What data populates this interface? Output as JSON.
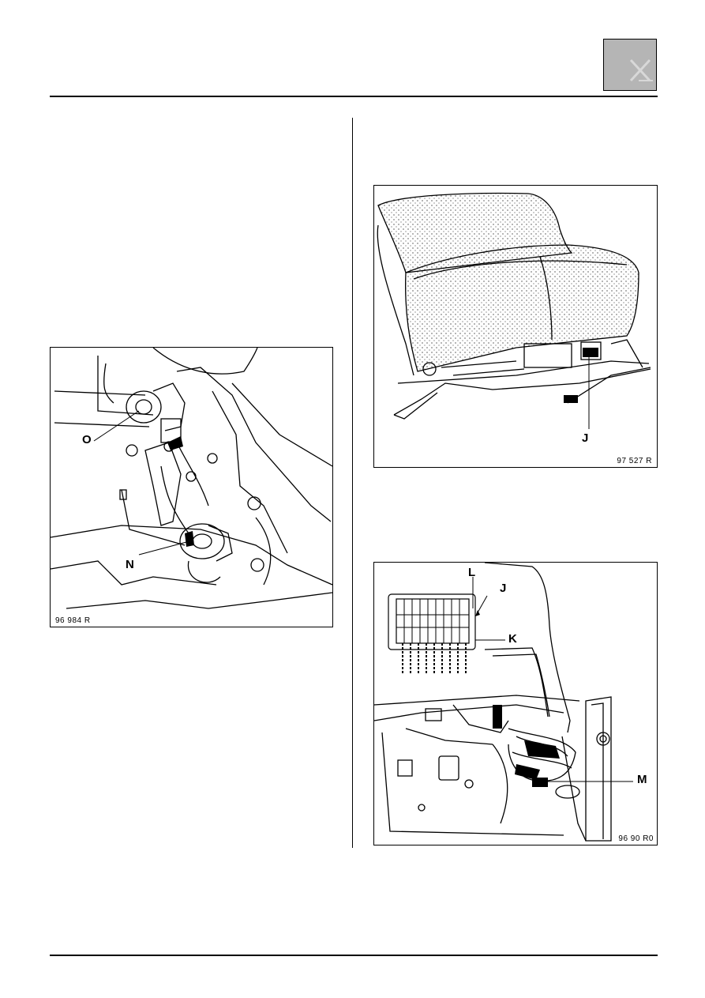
{
  "page": {
    "corner_tab_icon": "seat-section-tab-icon"
  },
  "figures": {
    "left": {
      "code": "96 984 R",
      "callouts": {
        "o": "O",
        "n": "N"
      }
    },
    "right_top": {
      "code": "97 527 R",
      "callouts": {
        "j": "J"
      }
    },
    "right_bottom": {
      "code": "96 90 R0",
      "callouts": {
        "l": "L",
        "j": "J",
        "k": "K",
        "m": "M"
      }
    }
  }
}
